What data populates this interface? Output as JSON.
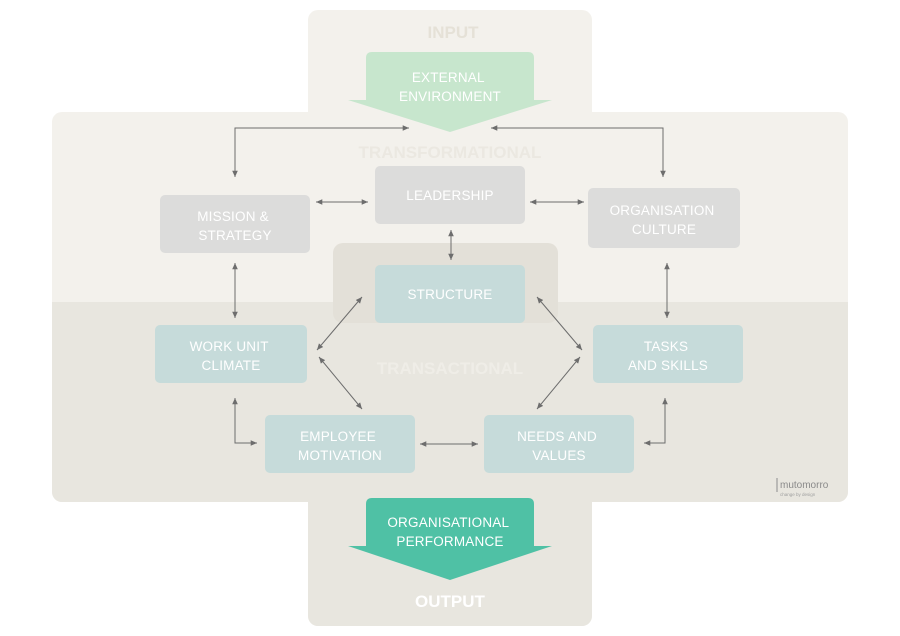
{
  "sections": {
    "input": "INPUT",
    "transformational": "TRANSFORMATIONAL",
    "transactional": "TRANSACTIONAL",
    "output": "OUTPUT"
  },
  "arrows": {
    "external_environment": [
      "EXTERNAL",
      "ENVIRONMENT"
    ],
    "organisational_performance": [
      "ORGANISATIONAL",
      "PERFORMANCE"
    ]
  },
  "nodes": {
    "leadership": [
      "LEADERSHIP"
    ],
    "mission_strategy": [
      "MISSION &",
      "STRATEGY"
    ],
    "organisation_culture": [
      "ORGANISATION",
      "CULTURE"
    ],
    "structure": [
      "STRUCTURE"
    ],
    "work_unit_climate": [
      "WORK UNIT",
      "CLIMATE"
    ],
    "tasks_and_skills": [
      "TASKS",
      "AND SKILLS"
    ],
    "employee_motivation": [
      "EMPLOYEE",
      "MOTIVATION"
    ],
    "needs_and_values": [
      "NEEDS AND",
      "VALUES"
    ]
  },
  "logo": {
    "name": "mutomorro",
    "tagline": "change by design"
  },
  "colors": {
    "outer_bg": "#f3f1ec",
    "lower_bg": "#e8e6df",
    "inner_panel": "#e3e0d8",
    "grey_box": "#dcdcdb",
    "teal_box": "#c6dbda",
    "green_arrow": "#c7e6cd",
    "teal_arrow": "#4fc1a5",
    "section_text": "#e9e6de",
    "connector": "#6d6d6d"
  }
}
